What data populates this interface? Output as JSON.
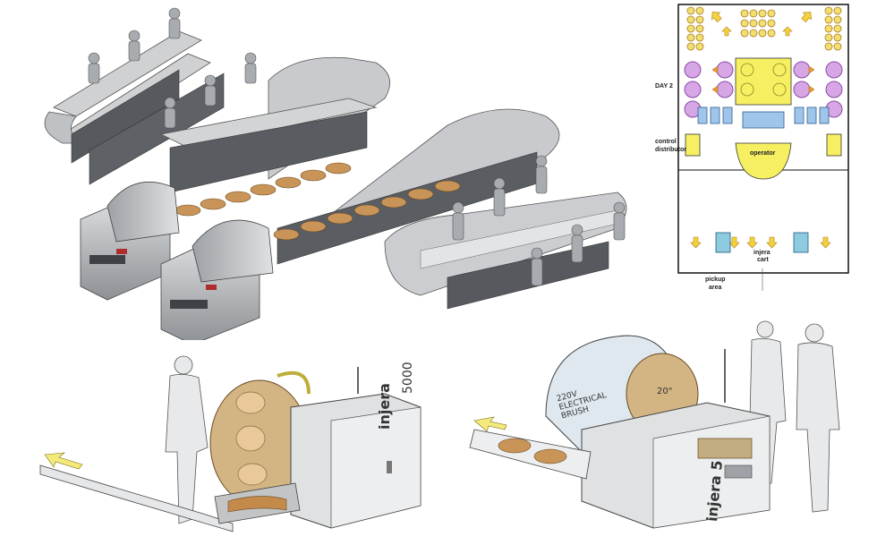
{
  "floor_plan": {
    "day_label": "DAY 2",
    "control_label_1": "control",
    "control_label_2": "distributor",
    "operator_label": "operator",
    "cart_label_1": "injera",
    "cart_label_2": "cart",
    "pickup_label_1": "pickup",
    "pickup_label_2": "area"
  },
  "sketch_left": {
    "brand_text": "injera",
    "model_text": "5000"
  },
  "sketch_right": {
    "brand_text": "injera",
    "model_text": "5",
    "note_line_1": "220V",
    "note_line_2": "ELECTRICAL",
    "note_line_3": "BRUSH",
    "size_note": "20\""
  },
  "colors": {
    "steel": "#b9bcbf",
    "steel_dark": "#5a5d61",
    "injera": "#c79a5e",
    "plan_yellow": "#f4ee5a",
    "plan_purple": "#c58ad6",
    "plan_blue": "#6aa7d8",
    "plan_orange": "#e89a34"
  }
}
